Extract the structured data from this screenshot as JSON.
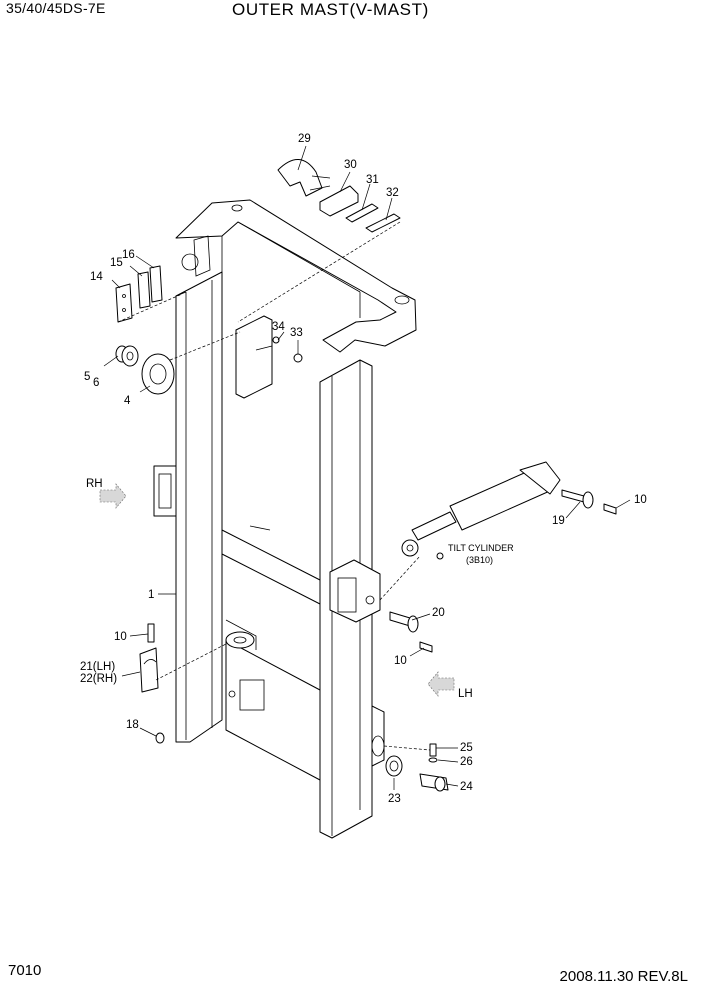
{
  "header": {
    "model": "35/40/45DS-7E",
    "title": "OUTER MAST(V-MAST)"
  },
  "footer": {
    "page_number": "7010",
    "revision": "2008.11.30  REV.8L"
  },
  "notes": {
    "rh": "RH",
    "lh": "LH",
    "tilt_cylinder": "TILT CYLINDER",
    "tilt_cylinder_ref": "(3B10)"
  },
  "callouts": [
    {
      "id": "c29",
      "label": "29"
    },
    {
      "id": "c30",
      "label": "30"
    },
    {
      "id": "c31",
      "label": "31"
    },
    {
      "id": "c32",
      "label": "32"
    },
    {
      "id": "c14",
      "label": "14"
    },
    {
      "id": "c15",
      "label": "15"
    },
    {
      "id": "c16",
      "label": "16"
    },
    {
      "id": "c34",
      "label": "34"
    },
    {
      "id": "c33",
      "label": "33"
    },
    {
      "id": "c5",
      "label": "5"
    },
    {
      "id": "c6",
      "label": "6"
    },
    {
      "id": "c4",
      "label": "4"
    },
    {
      "id": "c10a",
      "label": "10"
    },
    {
      "id": "c19",
      "label": "19"
    },
    {
      "id": "c1",
      "label": "1"
    },
    {
      "id": "c20",
      "label": "20"
    },
    {
      "id": "c10b",
      "label": "10"
    },
    {
      "id": "c10c",
      "label": "10"
    },
    {
      "id": "c21",
      "label": "21(LH)"
    },
    {
      "id": "c22",
      "label": "22(RH)"
    },
    {
      "id": "c18",
      "label": "18"
    },
    {
      "id": "c25",
      "label": "25"
    },
    {
      "id": "c26",
      "label": "26"
    },
    {
      "id": "c23",
      "label": "23"
    },
    {
      "id": "c24",
      "label": "24"
    }
  ]
}
